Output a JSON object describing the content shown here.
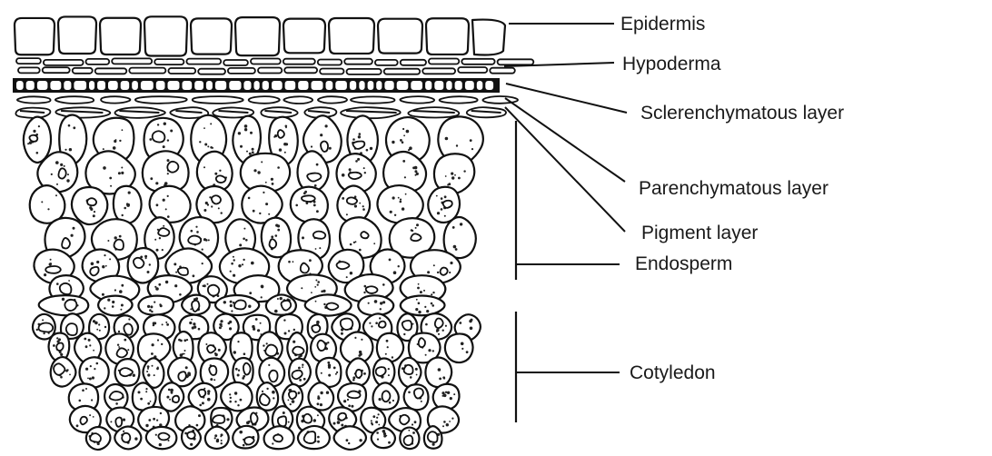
{
  "diagram": {
    "labels": {
      "epidermis": "Epidermis",
      "hypoderma": "Hypoderma",
      "sclerenchymatous": "Sclerenchymatous layer",
      "parenchymatous": "Parenchymatous layer",
      "pigment": "Pigment layer",
      "endosperm": "Endosperm",
      "cotyledon": "Cotyledon"
    },
    "line_color": "#111111",
    "background": "#ffffff"
  }
}
